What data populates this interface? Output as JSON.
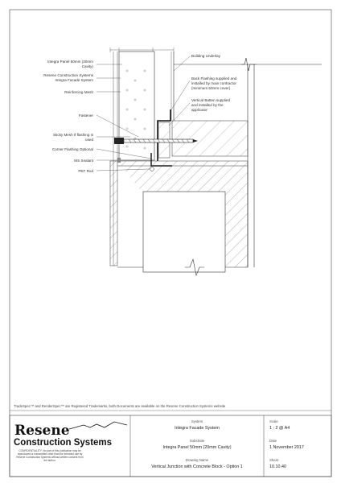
{
  "labels": {
    "panel": [
      "Integra Panel 50mm (20mm",
      "Cavity)"
    ],
    "facade": [
      "Resene Construction Systems",
      "Integra Facade System"
    ],
    "mesh": "Reinforcing Mesh",
    "fastener": "Fastener",
    "sticky": [
      "Sticky Mesh if flashing is",
      "used"
    ],
    "corner": "Corner Flashing Optional",
    "sealant": "MS Sealant",
    "pef": "PEF Rod",
    "underlay": "Building Underlay",
    "backflash": [
      "Back Flashing supplied and",
      "installed by main contractor",
      "(minimum 50mm cover)"
    ],
    "batten": [
      "Vertical Batten supplied",
      "and installed by the",
      "applicator"
    ]
  },
  "trademark_note": "TradeSpec™ and RenderSpec™ are Registered Trademarks, both Documents are available on the Resene Construction Systems website",
  "brand": {
    "line1": "Resene",
    "line2": "Construction Systems",
    "confidentiality": [
      "CONFIDENTIALITY: No part of this publication may be",
      "reproduced or transmitted other than the intended use by",
      "Resene Construction Systems without written consent from",
      "the author."
    ]
  },
  "title_block": {
    "system_head": "System",
    "system": "Integra Facade System",
    "substrate_head": "Substrate",
    "substrate": "Integra Panel 50mm (20mm Cavity)",
    "drawing_head": "Drawing Name",
    "drawing": "Vertical Junction with Concrete Block - Option 1",
    "scale_head": "Scale",
    "scale": "1 : 2 @ A4",
    "date_head": "Date",
    "date": "1 November 2017",
    "sheet_head": "Sheet",
    "sheet": "10.10.40"
  },
  "colors": {
    "line": "#333333",
    "hatch": "#555555",
    "frame": "#444444"
  }
}
